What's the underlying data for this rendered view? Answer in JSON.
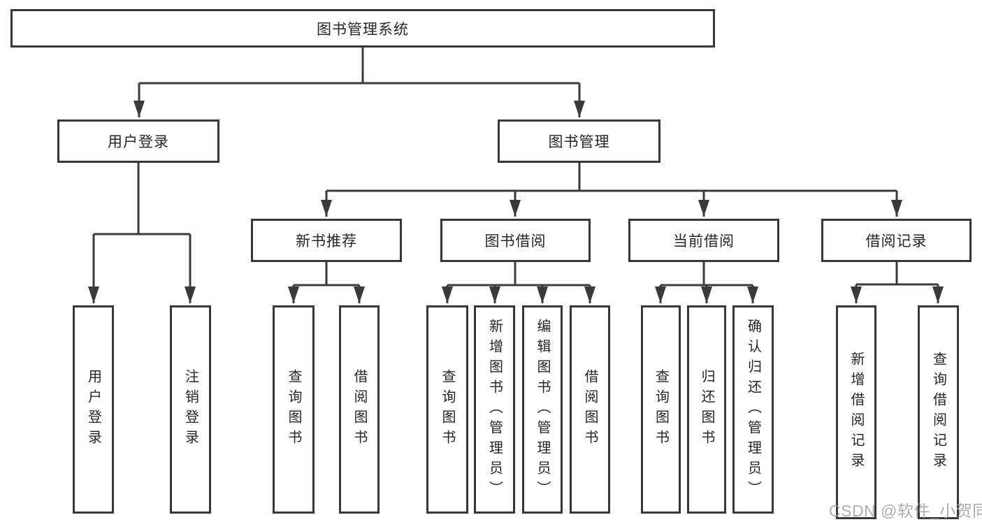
{
  "nodes": {
    "root": "图书管理系统",
    "user_login": "用户登录",
    "book_mgmt": "图书管理",
    "new_book_rec": "新书推荐",
    "book_borrow": "图书借阅",
    "current_borrow": "当前借阅",
    "borrow_records": "借阅记录",
    "leaf_user_login": "用户登录",
    "leaf_logout": "注销登录",
    "leaf_query_books_1": "查询图书",
    "leaf_borrow_books_1": "借阅图书",
    "leaf_query_books_2": "查询图书",
    "leaf_add_books": "新增图书（管理员）",
    "leaf_edit_books": "编辑图书（管理员）",
    "leaf_borrow_books_2": "借阅图书",
    "leaf_query_books_3": "查询图书",
    "leaf_return_books": "归还图书",
    "leaf_confirm_return": "确认归还（管理员）",
    "leaf_add_record": "新增借阅记录",
    "leaf_query_record": "查询借阅记录"
  },
  "watermark": "CSDN @软件_小贺同学",
  "colors": {
    "line": "#3a3a3a",
    "text": "#262626",
    "watermark": "#a4a4a4",
    "background": "#ffffff"
  }
}
